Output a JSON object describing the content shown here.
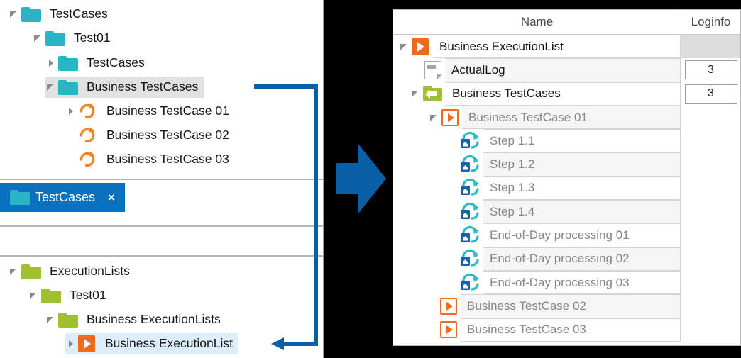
{
  "left_panel": {
    "testcases_tree": {
      "items": [
        {
          "label": "TestCases",
          "icon": "folder-teal-icon",
          "expander": "expanded",
          "depth": 0,
          "selected": false
        },
        {
          "label": "Test01",
          "icon": "folder-teal-icon",
          "expander": "expanded",
          "depth": 1,
          "selected": false
        },
        {
          "label": "TestCases",
          "icon": "folder-teal-icon",
          "expander": "collapsed",
          "depth": 2,
          "selected": false
        },
        {
          "label": "Business TestCases",
          "icon": "folder-teal-icon",
          "expander": "expanded",
          "depth": 2,
          "selected": true
        },
        {
          "label": "Business TestCase 01",
          "icon": "testcase-refresh-icon",
          "expander": "collapsed",
          "depth": 3,
          "selected": false
        },
        {
          "label": "Business TestCase 02",
          "icon": "testcase-refresh-icon",
          "expander": "none",
          "depth": 3,
          "selected": false
        },
        {
          "label": "Business TestCase 03",
          "icon": "testcase-refresh-icon",
          "expander": "none",
          "depth": 3,
          "selected": false
        }
      ]
    },
    "tab": {
      "label": "TestCases",
      "close_label": "×",
      "icon": "folder-teal-icon",
      "background": "#0a70c0"
    },
    "executionlists_tree": {
      "items": [
        {
          "label": "ExecutionLists",
          "icon": "folder-green-icon",
          "expander": "expanded",
          "depth": 0,
          "selected": false
        },
        {
          "label": "Test01",
          "icon": "folder-green-icon",
          "expander": "expanded",
          "depth": 1,
          "selected": false
        },
        {
          "label": "Business ExecutionLists",
          "icon": "folder-green-icon",
          "expander": "expanded",
          "depth": 2,
          "selected": false
        },
        {
          "label": "Business ExecutionList",
          "icon": "executionlist-play-icon",
          "expander": "collapsed",
          "depth": 3,
          "selected": true
        }
      ]
    }
  },
  "connector": {
    "name": "flow-connector-arrow",
    "color": "#0b5fa5"
  },
  "big_arrow": {
    "name": "transition-arrow",
    "color": "#0b5fa5"
  },
  "right_panel": {
    "columns": [
      "Name",
      "Loginfo"
    ],
    "rows": [
      {
        "label": "Business ExecutionList",
        "icon": "executionlist-play-solid-icon",
        "expander": "expanded",
        "depth": 0,
        "loginfo": "",
        "loginfo_style": "gray",
        "text_style": "dark",
        "row_style": "plain"
      },
      {
        "label": "ActualLog",
        "icon": "actuallog-doc-icon",
        "expander": "none",
        "depth": 1,
        "loginfo": "3",
        "loginfo_style": "box",
        "text_style": "dark",
        "row_style": "tint"
      },
      {
        "label": "Business TestCases",
        "icon": "folder-back-green-icon",
        "expander": "expanded",
        "depth": 1,
        "loginfo": "3",
        "loginfo_style": "box",
        "text_style": "dark",
        "row_style": "plain"
      },
      {
        "label": "Business TestCase 01",
        "icon": "testcase-play-outline-icon",
        "expander": "expanded",
        "depth": 2,
        "loginfo": "",
        "loginfo_style": "empty",
        "text_style": "gray",
        "row_style": "tint"
      },
      {
        "label": "Step 1.1",
        "icon": "step-refresh-icon",
        "expander": "none",
        "depth": 3,
        "loginfo": "",
        "loginfo_style": "empty",
        "text_style": "gray",
        "row_style": "plain"
      },
      {
        "label": "Step 1.2",
        "icon": "step-refresh-icon",
        "expander": "none",
        "depth": 3,
        "loginfo": "",
        "loginfo_style": "empty",
        "text_style": "gray",
        "row_style": "tint"
      },
      {
        "label": "Step 1.3",
        "icon": "step-refresh-icon",
        "expander": "none",
        "depth": 3,
        "loginfo": "",
        "loginfo_style": "empty",
        "text_style": "gray",
        "row_style": "plain"
      },
      {
        "label": "Step 1.4",
        "icon": "step-refresh-icon",
        "expander": "none",
        "depth": 3,
        "loginfo": "",
        "loginfo_style": "empty",
        "text_style": "gray",
        "row_style": "tint"
      },
      {
        "label": "End-of-Day processing 01",
        "icon": "step-refresh-icon",
        "expander": "none",
        "depth": 3,
        "loginfo": "",
        "loginfo_style": "empty",
        "text_style": "gray",
        "row_style": "plain"
      },
      {
        "label": "End-of-Day processing 02",
        "icon": "step-refresh-icon",
        "expander": "none",
        "depth": 3,
        "loginfo": "",
        "loginfo_style": "empty",
        "text_style": "gray",
        "row_style": "tint"
      },
      {
        "label": "End-of-Day processing 03",
        "icon": "step-refresh-icon",
        "expander": "none",
        "depth": 3,
        "loginfo": "",
        "loginfo_style": "empty",
        "text_style": "gray",
        "row_style": "plain"
      },
      {
        "label": "Business TestCase 02",
        "icon": "testcase-play-outline-icon",
        "expander": "none",
        "depth": 2,
        "loginfo": "",
        "loginfo_style": "empty",
        "text_style": "gray",
        "row_style": "tint"
      },
      {
        "label": "Business TestCase 03",
        "icon": "testcase-play-outline-icon",
        "expander": "none",
        "depth": 2,
        "loginfo": "",
        "loginfo_style": "empty",
        "text_style": "gray",
        "row_style": "plain"
      }
    ]
  },
  "colors": {
    "teal": "#29b6c4",
    "green": "#9fc130",
    "orange": "#ef6a1b",
    "blue": "#0a70c0",
    "arrow_blue": "#0b5fa5",
    "selection_gray": "#e1e1e1",
    "selection_blue": "#ddeefb"
  }
}
